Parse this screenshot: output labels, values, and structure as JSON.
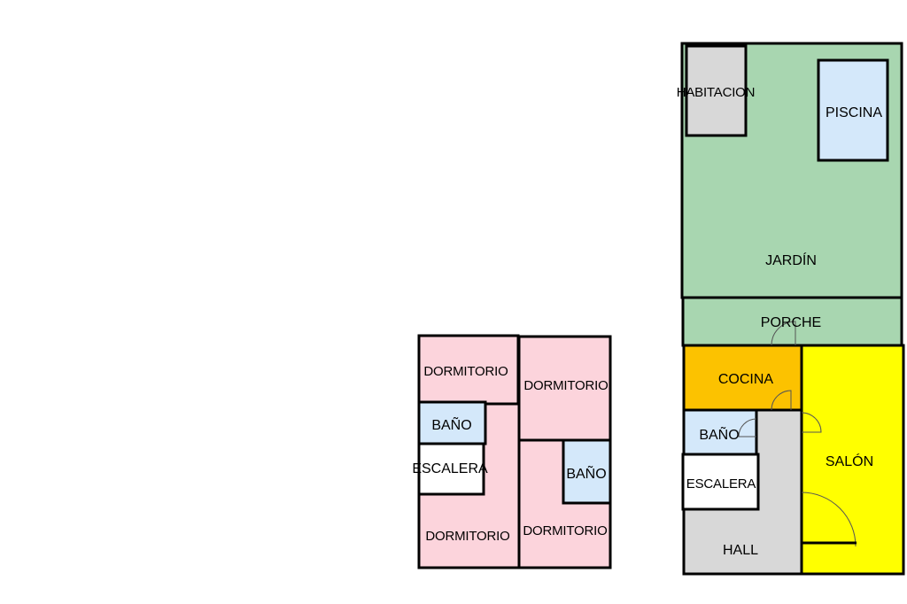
{
  "colors": {
    "dormitorio": "#fcd4dc",
    "bano": "#d4e8fa",
    "escalera": "#ffffff",
    "jardin": "#a8d6b0",
    "habitacion": "#d8d8d8",
    "piscina": "#d4e8fa",
    "porche": "#a8d6b0",
    "cocina": "#fcc200",
    "salon": "#ffff00",
    "hall": "#d8d8d8"
  },
  "upper_floor": {
    "dormitorio_tl": "DORMITORIO",
    "dormitorio_tr": "DORMITORIO",
    "dormitorio_bl": "DORMITORIO",
    "dormitorio_br": "DORMITORIO",
    "bano_left": "BAÑO",
    "bano_right": "BAÑO",
    "escalera": "ESCALERA"
  },
  "ground_floor": {
    "habitacion": "HABITACION",
    "piscina": "PISCINA",
    "jardin": "JARDÍN",
    "porche": "PORCHE",
    "cocina": "COCINA",
    "bano": "BAÑO",
    "escalera": "ESCALERA",
    "salon": "SALÓN",
    "hall": "HALL"
  }
}
